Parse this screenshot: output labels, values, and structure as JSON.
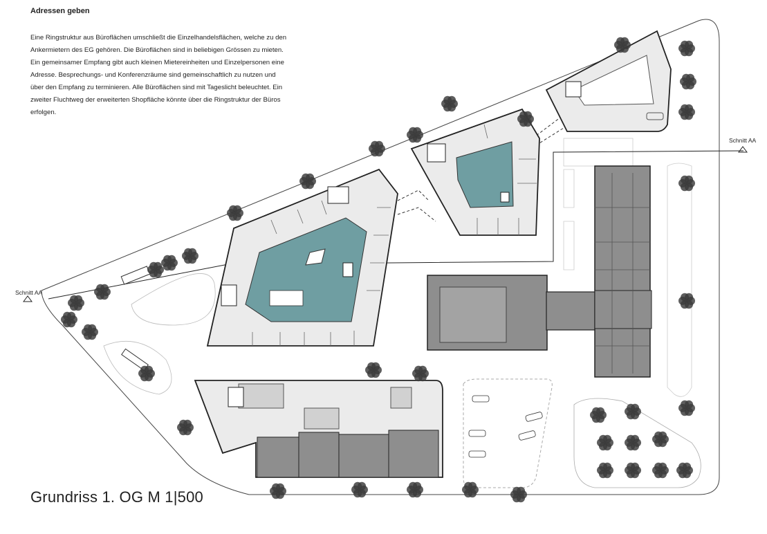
{
  "intro": {
    "title": "Adressen geben",
    "lines": [
      "Eine Ringstruktur aus Büroflächen umschließt die Einzelhandelsflächen, welche zu den",
      "Ankermietern des EG gehören. Die Büroflächen sind in beliebigen Grössen zu mieten.",
      "Ein gemeinsamer Empfang gibt auch kleinen Mietereinheiten und Einzelpersonen eine",
      "Adresse. Besprechungs- und Konferenzräume sind gemeinschaftlich zu nutzen und",
      "über den Empfang zu terminieren. Alle Büroflächen sind mit Tageslicht beleuchtet. Ein",
      "zweiter Fluchtweg der erweiterten Shopfläche könnte über die Ringstruktur der Büros",
      "erfolgen."
    ]
  },
  "plan": {
    "title": "Grundriss 1. OG M 1|500",
    "section_label_left": "Schnitt AA",
    "section_label_right": "Schnitt AA"
  },
  "colors": {
    "courtyard": "#6f9ea2",
    "building_gray": "#8e8e8e",
    "building_light": "#cfcfcf",
    "corridor": "#e6e6e6",
    "tree": "#3a3a3a",
    "line": "#333333"
  }
}
